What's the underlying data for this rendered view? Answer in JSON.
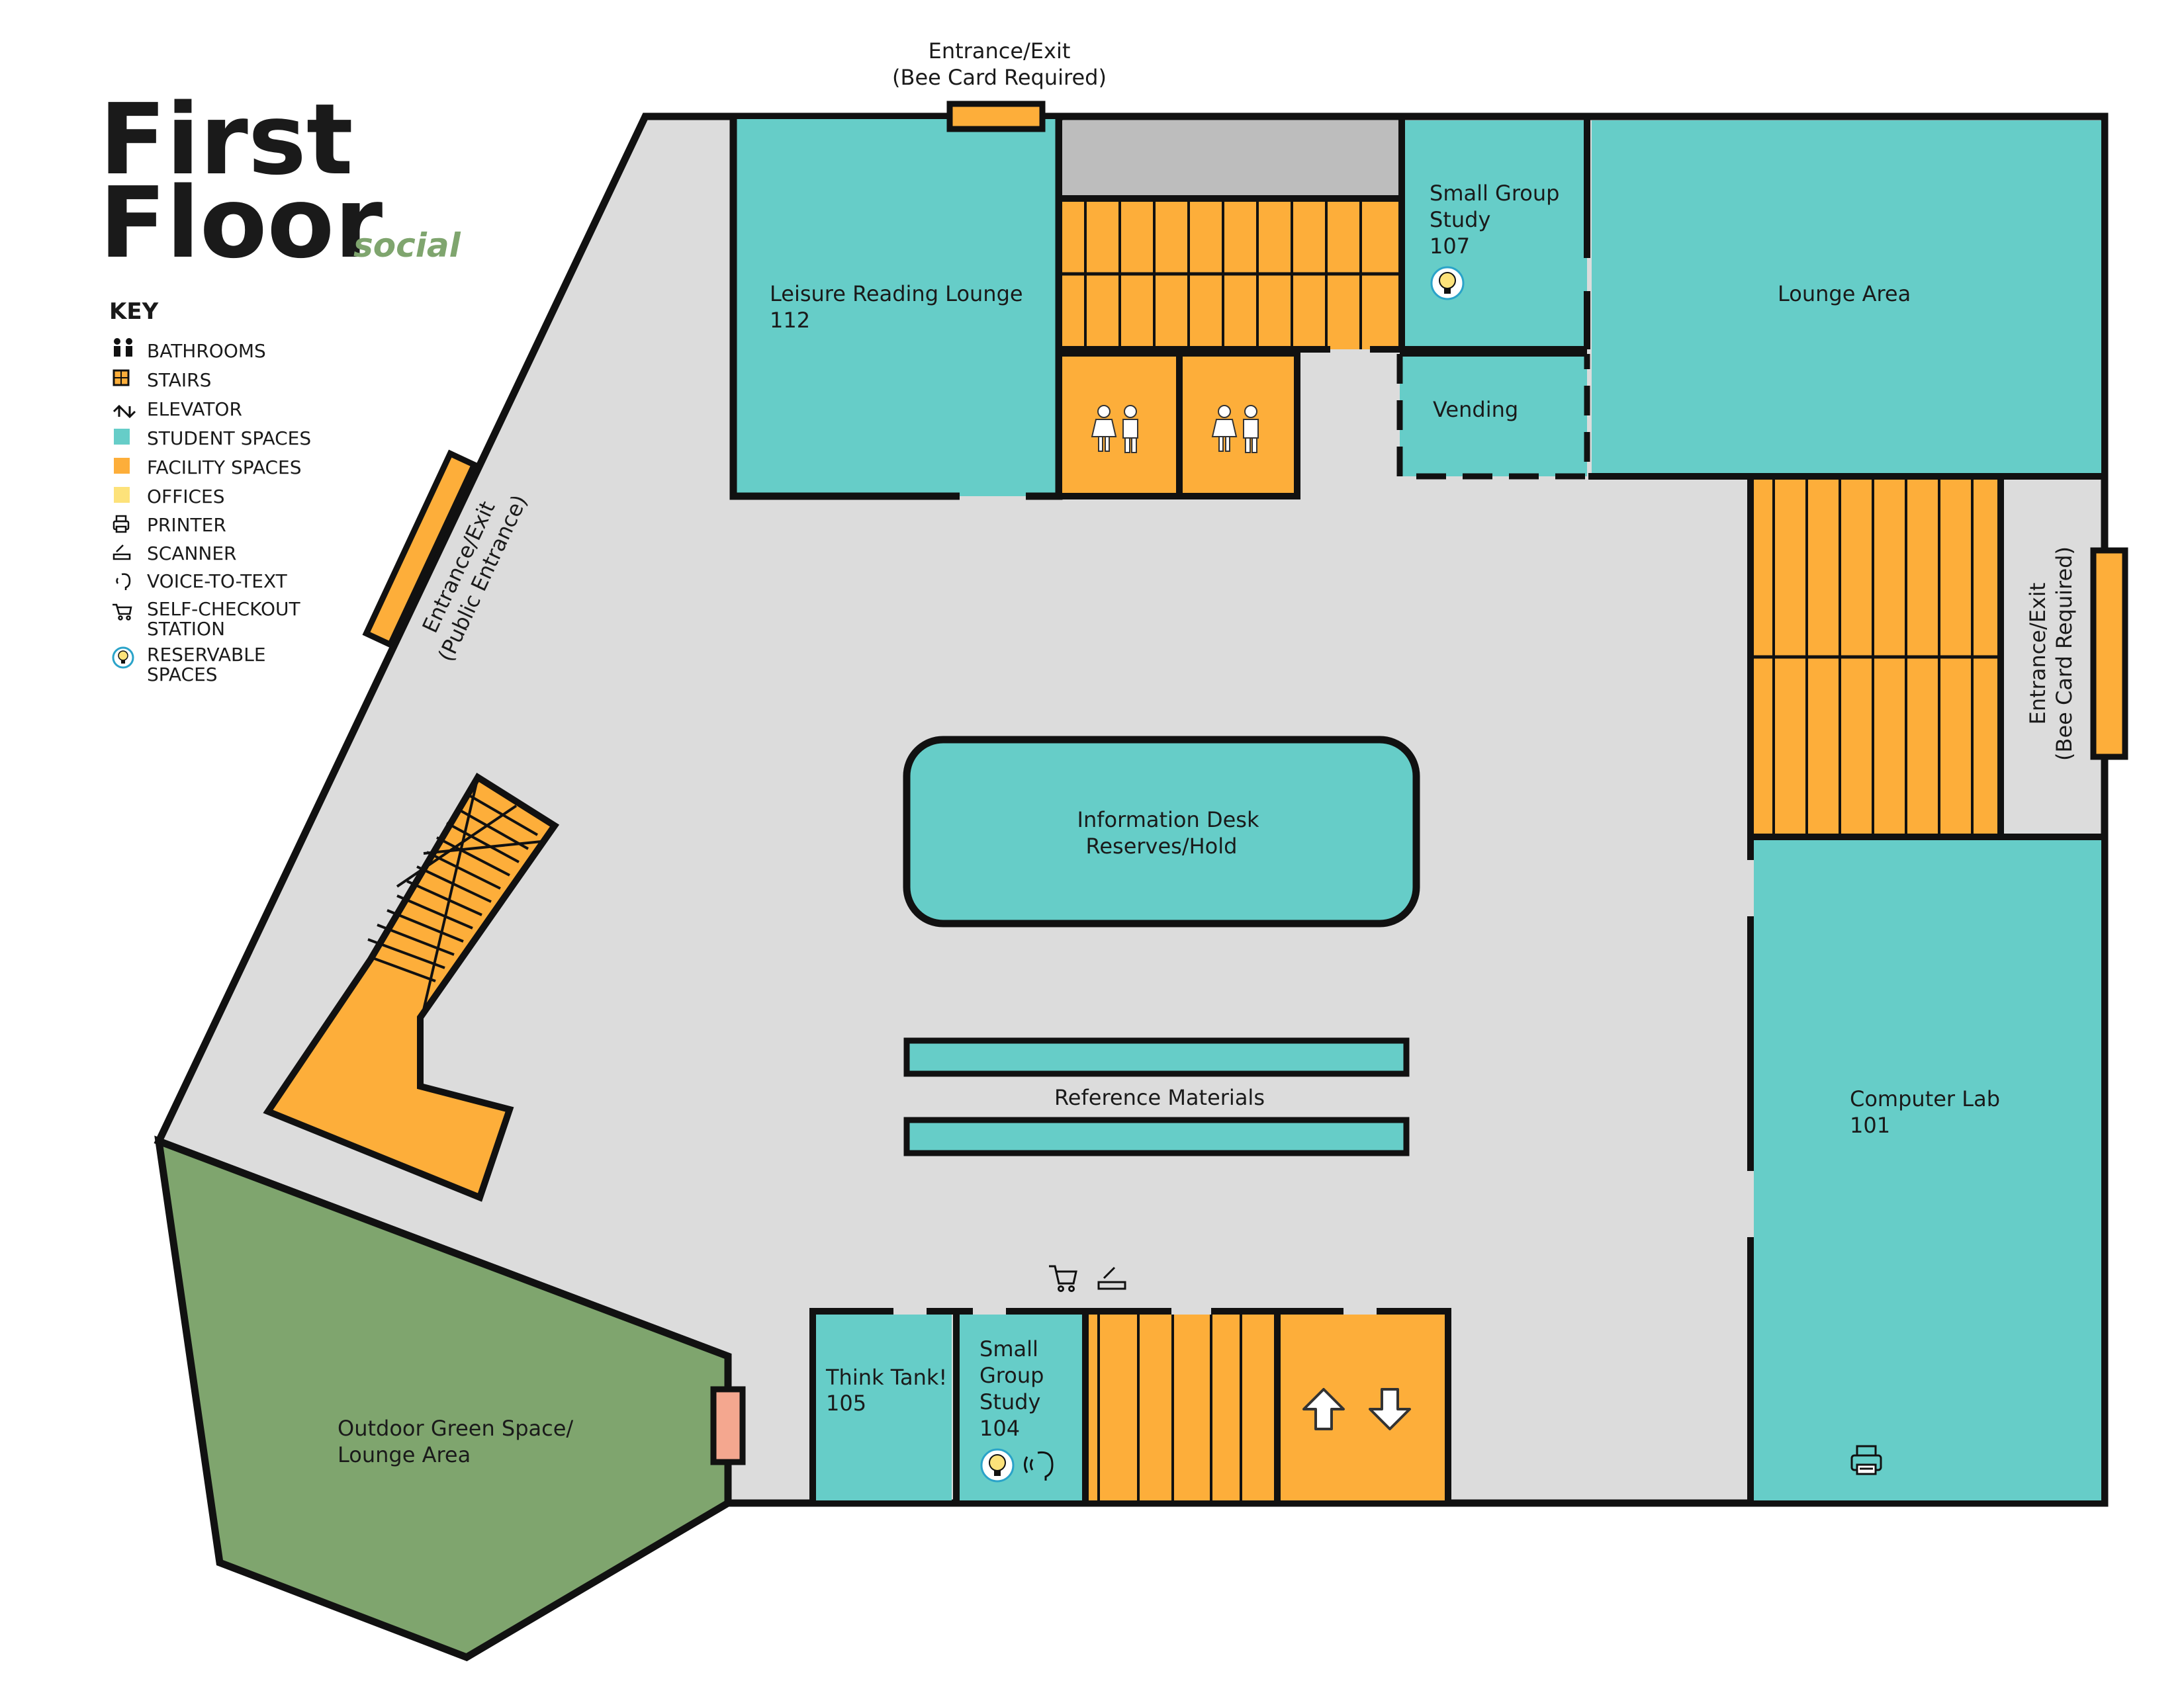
{
  "title": {
    "line1": "First",
    "line2": "Floor",
    "subtitle": "social"
  },
  "key": {
    "heading": "KEY",
    "items": [
      {
        "icon": "bathroom-icon",
        "label": "BATHROOMS"
      },
      {
        "icon": "stairs-icon",
        "label": "STAIRS"
      },
      {
        "icon": "elevator-icon",
        "label": "ELEVATOR"
      },
      {
        "icon": "student-space-swatch",
        "label": "STUDENT SPACES"
      },
      {
        "icon": "facility-space-swatch",
        "label": "FACILITY SPACES"
      },
      {
        "icon": "office-swatch",
        "label": "OFFICES"
      },
      {
        "icon": "printer-icon",
        "label": "PRINTER"
      },
      {
        "icon": "scanner-icon",
        "label": "SCANNER"
      },
      {
        "icon": "voice-to-text-icon",
        "label": "VOICE-TO-TEXT"
      },
      {
        "icon": "self-checkout-icon",
        "label_line1": "SELF-CHECKOUT",
        "label_line2": "STATION"
      },
      {
        "icon": "reservable-icon",
        "label_line1": "RESERVABLE",
        "label_line2": "SPACES"
      }
    ]
  },
  "colors": {
    "student": "#66cdc8",
    "facility": "#fdae3a",
    "office": "#fde27a",
    "floor": "#dcdcdc",
    "green": "#7fa56e",
    "wall": "#111111",
    "service": "#bdbdbd",
    "door_accent": "#f4a78f",
    "subtitle": "#7fa56e"
  },
  "entrances": {
    "top": {
      "line1": "Entrance/Exit",
      "line2": "(Bee Card Required)"
    },
    "left": {
      "line1": "Entrance/Exit",
      "line2": "(Public Entrance)"
    },
    "right": {
      "line1": "Entrance/Exit",
      "line2": "(Bee Card Required)"
    }
  },
  "rooms": {
    "leisure": {
      "line1": "Leisure Reading Lounge",
      "line2": "112"
    },
    "sgs107": {
      "line1": "Small Group",
      "line2": "Study",
      "line3": "107"
    },
    "lounge": {
      "label": "Lounge Area"
    },
    "vending": {
      "label": "Vending"
    },
    "info_desk": {
      "line1": "Information Desk",
      "line2": "Reserves/Hold"
    },
    "reference": {
      "label": "Reference Materials"
    },
    "computer_lab": {
      "line1": "Computer Lab",
      "line2": "101"
    },
    "think_tank": {
      "line1": "Think Tank!",
      "line2": "105"
    },
    "sgs104": {
      "line1": "Small",
      "line2": "Group",
      "line3": "Study",
      "line4": "104"
    },
    "outdoor": {
      "line1": "Outdoor Green Space/",
      "line2": "Lounge Area"
    }
  }
}
